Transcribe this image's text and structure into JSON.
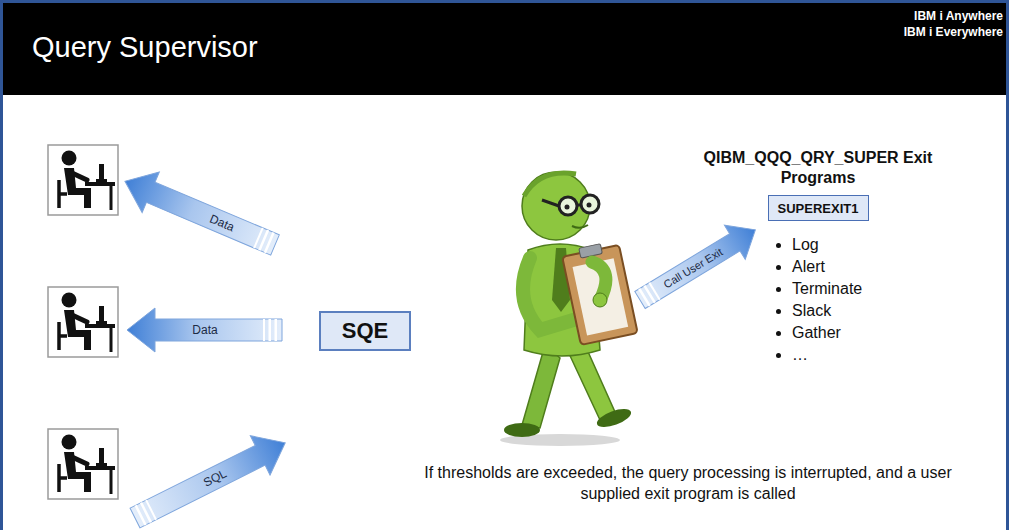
{
  "diagram": {
    "title": "Query Supervisor",
    "caption": "If thresholds are exceeded, the query processing is interrupted, and a user supplied exit program is called",
    "nodes": [
      {
        "text": [
          "SQE"
        ]
      },
      {
        "text": [
          "SUPEREXIT1"
        ]
      }
    ],
    "labels": [
      "IBM i Anywhere",
      "IBM i Everywhere",
      "Data",
      "Data",
      "SQL",
      "Call User Exit",
      "QIBM_QQQ_QRY_SUPER Exit Programs",
      "Log",
      "Alert",
      "Terminate",
      "Slack",
      "Gather",
      "…"
    ]
  }
}
